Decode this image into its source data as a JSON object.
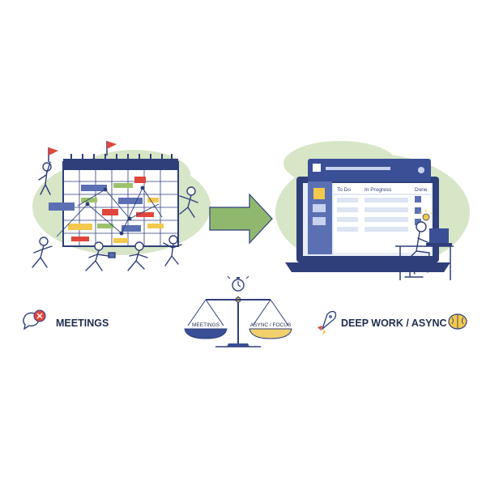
{
  "labels": {
    "meetings": "MEETINGS",
    "deep_work": "DEEP WORK / ASYNC"
  },
  "scale": {
    "left_label": "MEETINGS",
    "right_label": "ASYNC / FOCUS"
  },
  "board": {
    "columns": [
      "To Do",
      "In Progress",
      "Done"
    ]
  },
  "colors": {
    "navy": "#2f3f7a",
    "blob_green": "#cfe0bf",
    "arrow_green": "#8fb86e",
    "red": "#e0463c",
    "yellow": "#f2c94c",
    "blue_block": "#5b6fb3",
    "green_block": "#9cc36b",
    "left_pan": "#3b4f97",
    "right_pan": "#f2d06b"
  },
  "icons": {
    "meetings": "chat-bubbles-cancel-icon",
    "deep_work_left": "rocket-icon",
    "deep_work_right": "brain-icon",
    "scale_top": "stopwatch-icon"
  }
}
